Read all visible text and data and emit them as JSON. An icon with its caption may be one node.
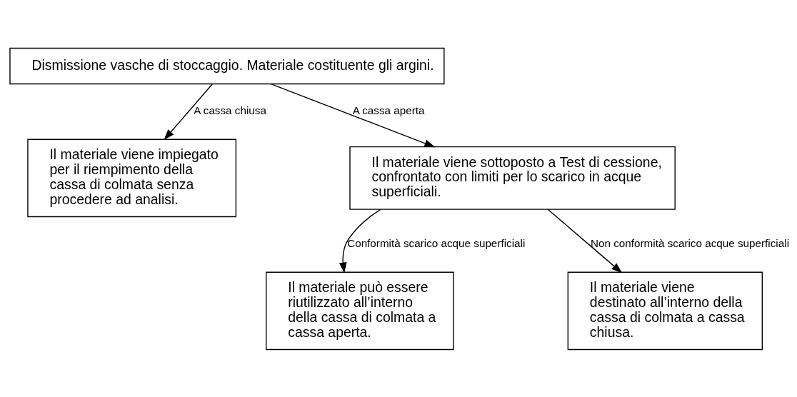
{
  "diagram": {
    "nodes": [
      {
        "text": [
          "Dismissione vasche di stoccaggio. Materiale costituente gli argini."
        ]
      },
      {
        "text": [
          "Il materiale viene impiegato per il riempimento della cassa di colmata senza procedere ad analisi."
        ]
      },
      {
        "text": [
          "Il materiale viene sottoposto a Test di cessione, confrontato con limiti per lo scarico in acque superficiali."
        ]
      },
      {
        "text": [
          "Il materiale può essere riutilizzato all’interno della cassa di colmata a cassa aperta."
        ]
      },
      {
        "text": [
          "Il materiale viene destinato all’interno della cassa di colmata a cassa chiusa."
        ]
      }
    ],
    "edges": [
      {
        "from": 0,
        "to": 1,
        "arrow": "to",
        "label": "A cassa chiusa"
      },
      {
        "from": 0,
        "to": 2,
        "arrow": "to",
        "label": "A cassa aperta"
      },
      {
        "from": 2,
        "to": 3,
        "arrow": "to",
        "label": "Conformità scarico acque superficiali"
      },
      {
        "from": 2,
        "to": 4,
        "arrow": "to",
        "label": "Non conformità scarico acque superficiali"
      }
    ]
  }
}
